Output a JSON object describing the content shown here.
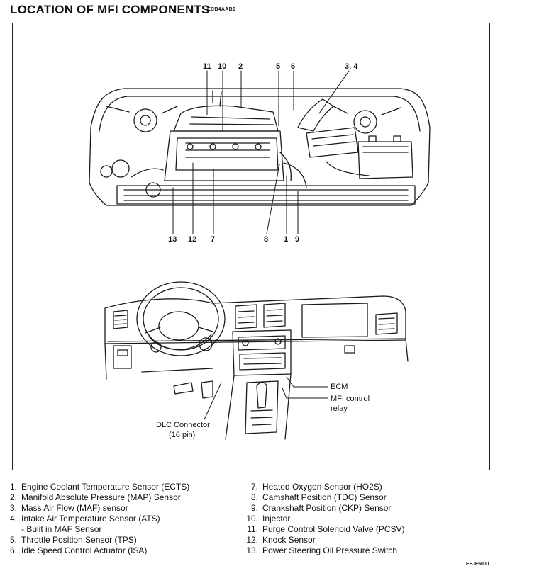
{
  "header": {
    "title": "LOCATION OF MFI COMPONENTS",
    "code": "ECB4AAB0"
  },
  "engine_callouts": {
    "top": [
      "11",
      "10",
      "2",
      "5",
      "6",
      "3, 4"
    ],
    "bottom": [
      "13",
      "12",
      "7",
      "8",
      "1",
      "9"
    ]
  },
  "dash_labels": {
    "ecm": "ECM",
    "mfi_relay_line1": "MFI control",
    "mfi_relay_line2": "relay",
    "dlc_line1": "DLC Connector",
    "dlc_line2": "(16 pin)"
  },
  "legend_left": [
    {
      "num": "1.",
      "text": "Engine Coolant Temperature Sensor (ECTS)"
    },
    {
      "num": "2.",
      "text": "Manifold Absolute Pressure (MAP) Sensor"
    },
    {
      "num": "3.",
      "text": "Mass Air Flow (MAF) sensor"
    },
    {
      "num": "4.",
      "text": "Intake Air Temperature Sensor (ATS)"
    },
    {
      "num": "",
      "text": "- Bulit in MAF Sensor"
    },
    {
      "num": "5.",
      "text": "Throttle Position Sensor (TPS)"
    },
    {
      "num": "6.",
      "text": "Idle Speed Control Actuator (ISA)"
    }
  ],
  "legend_right": [
    {
      "num": "7.",
      "text": "Heated Oxygen Sensor (HO2S)"
    },
    {
      "num": "8.",
      "text": "Camshaft Position (TDC) Sensor"
    },
    {
      "num": "9.",
      "text": "Crankshaft Position (CKP) Sensor"
    },
    {
      "num": "10.",
      "text": "Injector"
    },
    {
      "num": "11.",
      "text": "Purge Control Solenoid Valve (PCSV)"
    },
    {
      "num": "12.",
      "text": "Knock Sensor"
    },
    {
      "num": "13.",
      "text": "Power Steering Oil Pressure Switch"
    }
  ],
  "footer": {
    "code": "EFJF500J"
  }
}
